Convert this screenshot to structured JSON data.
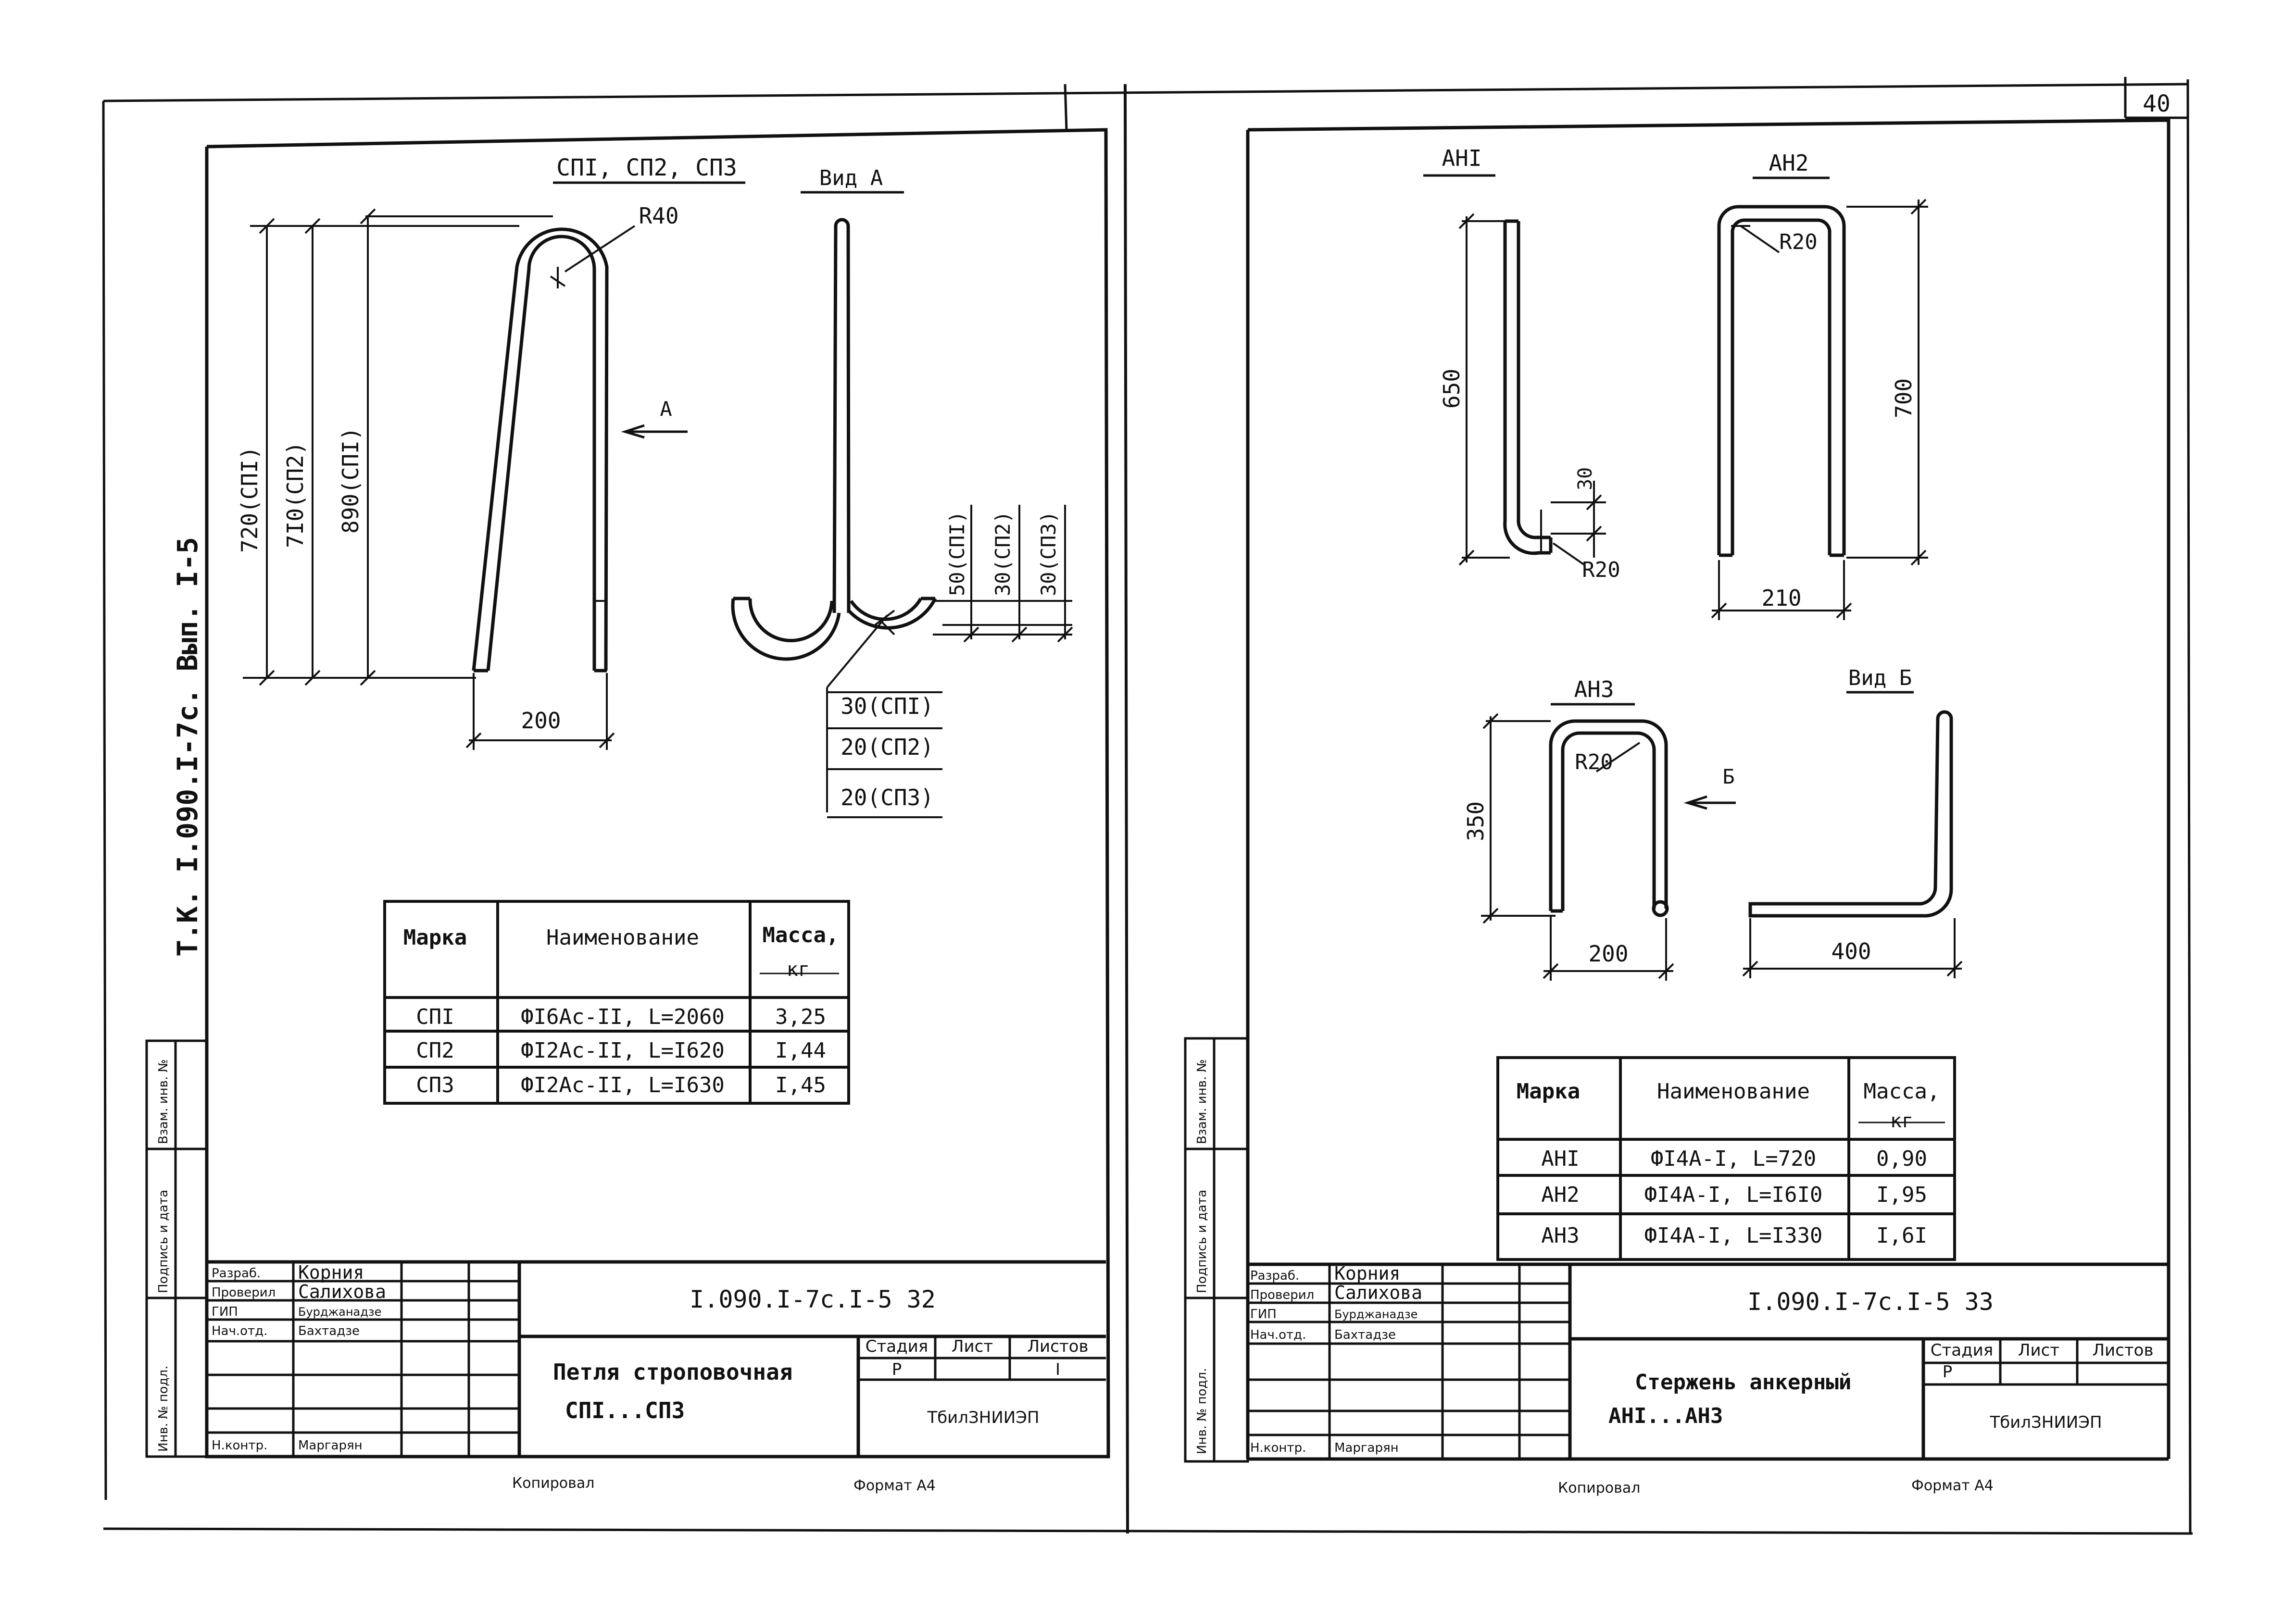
{
  "page_number": "40",
  "side_stamp": "Т.К. I.090.I-7с. Вып. I-5",
  "left_sheet": {
    "title": "СПI, СП2, СП3",
    "view_label": "Вид А",
    "arrow_label": "А",
    "radius": "R40",
    "dims": {
      "h1": "720(СПI)",
      "h2": "7I0(СП2)",
      "h3": "890(СПI)",
      "width": "200",
      "v1": "50(СПI)",
      "v2": "30(СП2)",
      "v3": "30(СП3)",
      "r1": "30(СПI)",
      "r2": "20(СП2)",
      "r3": "20(СП3)"
    },
    "table": {
      "headers": [
        "Марка",
        "Наименование",
        "Масса,"
      ],
      "unit": "кг",
      "rows": [
        [
          "СПI",
          "ФI6Ас-II, L=2060",
          "3,25"
        ],
        [
          "СП2",
          "ФI2Ас-II, L=I620",
          "I,44"
        ],
        [
          "СП3",
          "ФI2Ас-II, L=I630",
          "I,45"
        ]
      ]
    },
    "stamp": {
      "code": "I.090.I-7с.I-5 32",
      "name1": "Петля строповочная",
      "name2": "СПI...СП3",
      "stage_hdr": "Стадия",
      "sheet_hdr": "Лист",
      "sheets_hdr": "Листов",
      "stage": "Р",
      "sheets": "I",
      "org": "ТбилЗНИИЭП",
      "roles": [
        "Разраб.",
        "Проверил",
        "ГИП",
        "Нач.отд.",
        "",
        "",
        "Н.контр."
      ],
      "names": [
        "Корния",
        "Салихова",
        "Бурджанадзе",
        "Бахтадзе",
        "",
        "",
        "Маргарян"
      ]
    },
    "side_cells": [
      "Инв. № подл.",
      "Подпись и дата",
      "Взам. инв. №"
    ],
    "footer_left": "Копировал",
    "footer_right": "Формат А4"
  },
  "right_sheet": {
    "labels": {
      "a1": "АНI",
      "a2": "АН2",
      "a3": "АН3",
      "view": "Вид Б",
      "arrow": "Б"
    },
    "dims": {
      "a1_h": "650",
      "a1_s": "30",
      "a1_r": "R20",
      "a2_h": "700",
      "a2_w": "210",
      "a2_r": "R20",
      "a3_h": "350",
      "a3_w": "200",
      "a3_r": "R20",
      "vb_w": "400"
    },
    "table": {
      "headers": [
        "Марка",
        "Наименование",
        "Масса,"
      ],
      "unit": "кг",
      "rows": [
        [
          "АНI",
          "ФI4А-I, L=720",
          "0,90"
        ],
        [
          "АН2",
          "ФI4А-I, L=I6I0",
          "I,95"
        ],
        [
          "АН3",
          "ФI4А-I, L=I330",
          "I,6I"
        ]
      ]
    },
    "stamp": {
      "code": "I.090.I-7с.I-5 33",
      "name1": "Стержень анкерный",
      "name2": "АНI...АН3",
      "stage_hdr": "Стадия",
      "sheet_hdr": "Лист",
      "sheets_hdr": "Листов",
      "stage": "Р",
      "org": "ТбилЗНИИЭП",
      "roles": [
        "Разраб.",
        "Проверил",
        "ГИП",
        "Нач.отд.",
        "",
        "",
        "Н.контр."
      ],
      "names": [
        "Корния",
        "Салихова",
        "Бурджанадзе",
        "Бахтадзе",
        "",
        "",
        "Маргарян"
      ]
    },
    "side_cells": [
      "Инв. № подл.",
      "Подпись и дата",
      "Взам. инв. №"
    ],
    "footer_left": "Копировал",
    "footer_right": "Формат А4"
  }
}
